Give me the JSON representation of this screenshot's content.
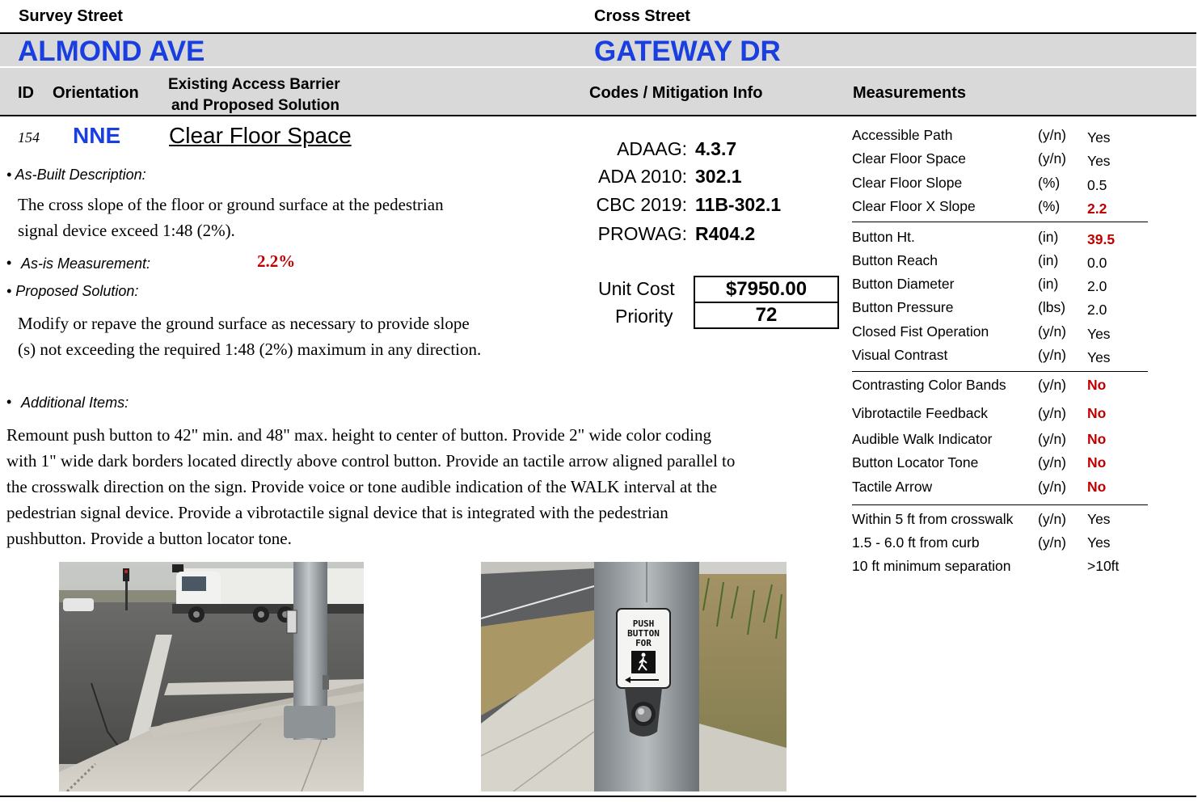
{
  "header": {
    "survey_street_label": "Survey Street",
    "cross_street_label": "Cross Street",
    "survey_street": "ALMOND AVE",
    "cross_street": "GATEWAY DR"
  },
  "columns": {
    "id": "ID",
    "orientation": "Orientation",
    "barrier_line1": "Existing Access Barrier",
    "barrier_line2": "and Proposed Solution",
    "codes": "Codes / Mitigation Info",
    "measurements": "Measurements"
  },
  "record": {
    "id": "154",
    "orientation": "NNE",
    "barrier": "Clear Floor Space",
    "as_built_label": "• As-Built Description:",
    "as_built_line1": "The cross slope of the floor or ground surface at the pedestrian",
    "as_built_line2": "signal device exceed 1:48 (2%).",
    "as_is_label": "As-is Measurement:",
    "as_is_value": "2.2%",
    "proposed_label": "• Proposed Solution:",
    "proposed_line1": "Modify or repave the ground surface as necessary to provide slope",
    "proposed_line2": "(s) not exceeding the required 1:48 (2%) maximum in any direction.",
    "additional_label": "Additional Items:",
    "additional_lines": [
      "Remount push button to 42\" min. and 48\" max. height to center of button. Provide 2\" wide color coding",
      "with 1\" wide dark borders located directly above control button. Provide an tactile arrow aligned parallel to",
      "the crosswalk direction on the sign. Provide voice or tone audible indication of the WALK interval at the",
      "pedestrian signal device. Provide a vibrotactile signal device that is integrated with the pedestrian",
      "pushbutton. Provide a button locator tone."
    ]
  },
  "codes": [
    {
      "label": "ADAAG:",
      "value": "4.3.7"
    },
    {
      "label": "ADA 2010:",
      "value": "302.1"
    },
    {
      "label": "CBC 2019:",
      "value": "11B-302.1"
    },
    {
      "label": "PROWAG:",
      "value": "R404.2"
    }
  ],
  "cost": {
    "unit_cost_label": "Unit Cost",
    "unit_cost": "$7950.00",
    "priority_label": "Priority",
    "priority": "72"
  },
  "measurements": [
    {
      "label": "Accessible Path",
      "unit": "(y/n)",
      "value": "Yes",
      "flag": false
    },
    {
      "label": "Clear Floor Space",
      "unit": "(y/n)",
      "value": "Yes",
      "flag": false
    },
    {
      "label": "Clear Floor Slope",
      "unit": "(%)",
      "value": "0.5",
      "flag": false
    },
    {
      "label": "Clear Floor X Slope",
      "unit": "(%)",
      "value": "2.2",
      "flag": true
    },
    {
      "label": "Button Ht.",
      "unit": "(in)",
      "value": "39.5",
      "flag": true
    },
    {
      "label": "Button Reach",
      "unit": "(in)",
      "value": "0.0",
      "flag": false
    },
    {
      "label": "Button Diameter",
      "unit": "(in)",
      "value": "2.0",
      "flag": false
    },
    {
      "label": "Button Pressure",
      "unit": "(lbs)",
      "value": "2.0",
      "flag": false
    },
    {
      "label": "Closed Fist Operation",
      "unit": "(y/n)",
      "value": "Yes",
      "flag": false
    },
    {
      "label": "Visual Contrast",
      "unit": "(y/n)",
      "value": "Yes",
      "flag": false
    },
    {
      "label": "Contrasting Color Bands",
      "unit": "(y/n)",
      "value": "No",
      "flag": true
    },
    {
      "label": "Vibrotactile Feedback",
      "unit": "(y/n)",
      "value": "No",
      "flag": true
    },
    {
      "label": "Audible Walk Indicator",
      "unit": "(y/n)",
      "value": "No",
      "flag": true
    },
    {
      "label": "Button Locator Tone",
      "unit": "(y/n)",
      "value": "No",
      "flag": true
    },
    {
      "label": "Tactile Arrow",
      "unit": "(y/n)",
      "value": "No",
      "flag": true
    },
    {
      "label": "Within 5 ft from crosswalk",
      "unit": "(y/n)",
      "value": "Yes",
      "flag": false
    },
    {
      "label": "1.5 - 6.0 ft from curb",
      "unit": "(y/n)",
      "value": "Yes",
      "flag": false
    },
    {
      "label": "10 ft minimum separation",
      "unit": "",
      "value": ">10ft",
      "flag": false
    }
  ],
  "sign": {
    "line1": "PUSH",
    "line2": "BUTTON",
    "line3": "FOR"
  },
  "colors": {
    "street_blue": "#1a3fe0",
    "flag_red": "#c00000",
    "band_gray": "#d9d9d9"
  }
}
